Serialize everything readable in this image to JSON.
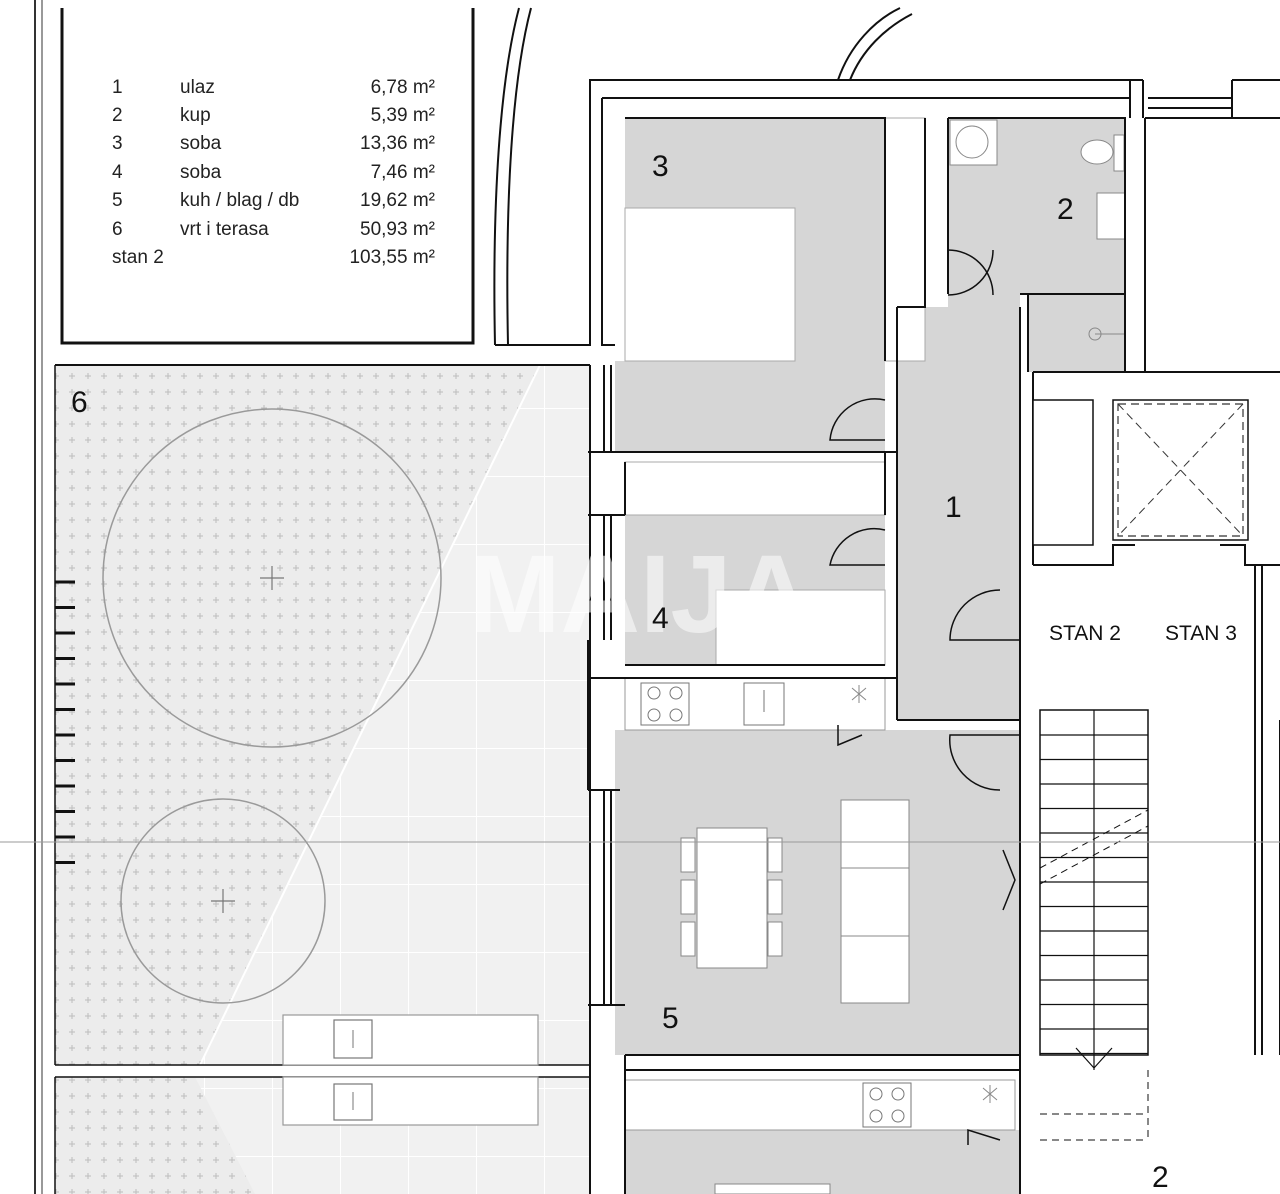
{
  "legend": {
    "rows": [
      {
        "num": "1",
        "name": "ulaz",
        "area": "6,78 m²"
      },
      {
        "num": "2",
        "name": "kup",
        "area": "5,39 m²"
      },
      {
        "num": "3",
        "name": "soba",
        "area": "13,36 m²"
      },
      {
        "num": "4",
        "name": "soba",
        "area": "7,46 m²"
      },
      {
        "num": "5",
        "name": "kuh / blag / db",
        "area": "19,62 m²"
      },
      {
        "num": "6",
        "name": "vrt i terasa",
        "area": "50,93 m²"
      }
    ],
    "total": {
      "name": "stan 2",
      "area": "103,55 m²"
    }
  },
  "rooms": {
    "r1": "1",
    "r2": "2",
    "r3": "3",
    "r4": "4",
    "r5": "5",
    "r6": "6",
    "r2_lower": "2"
  },
  "stairwell": {
    "left_label": "STAN 2",
    "right_label": "STAN 3"
  },
  "watermark": "MAIJA",
  "colors": {
    "room_fill": "#d6d6d6",
    "wall": "#111111",
    "garden_fill": "#ececec",
    "line": "#9a9a9a"
  }
}
